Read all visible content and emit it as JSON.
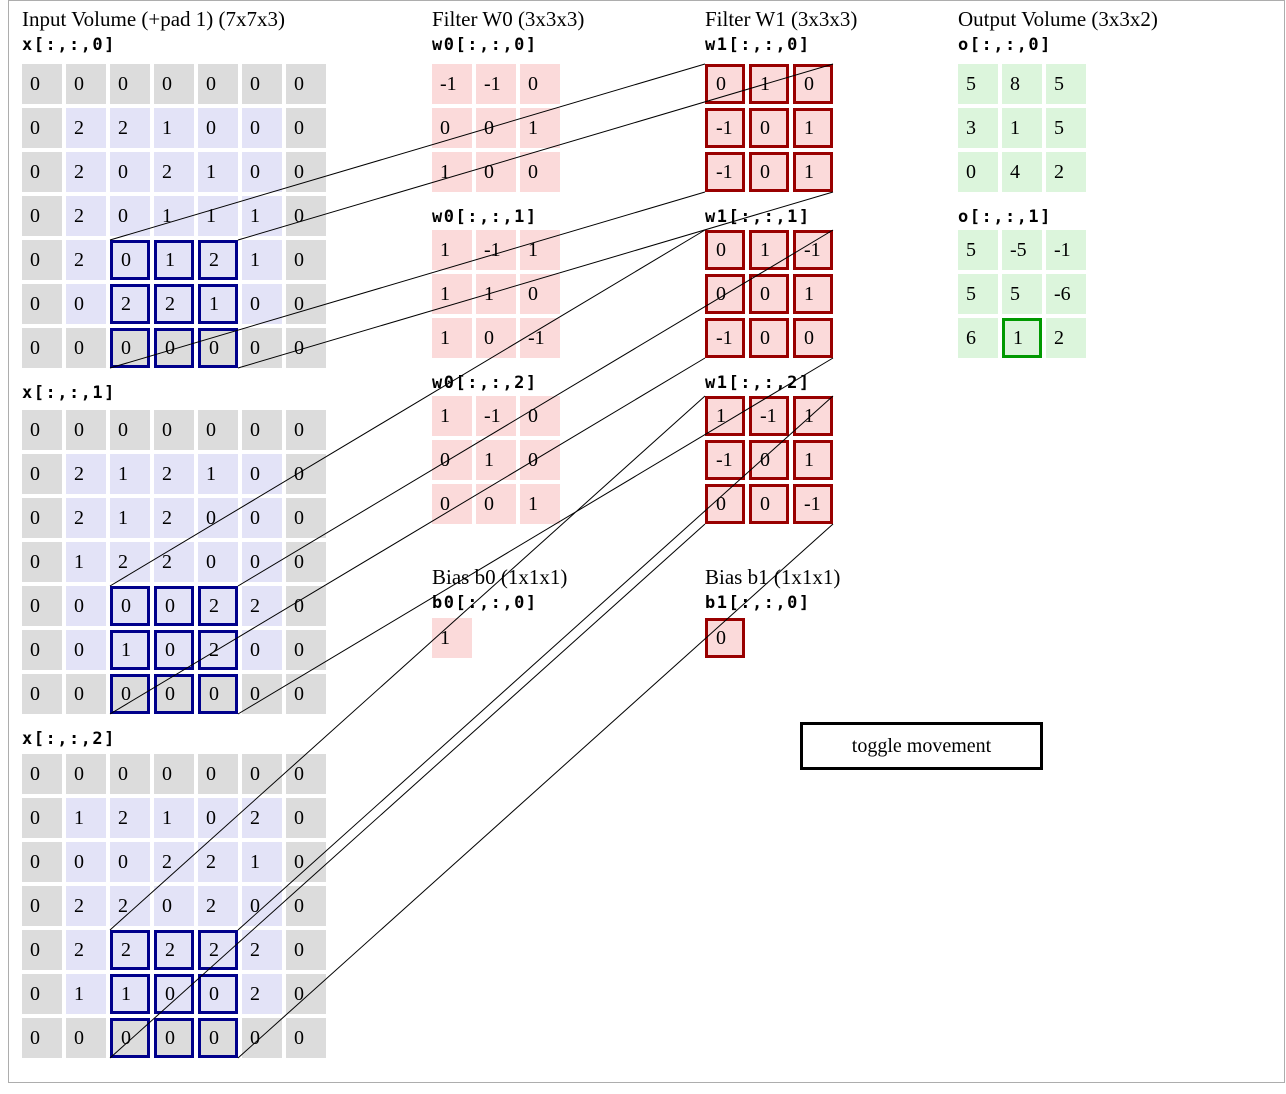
{
  "input_volume": {
    "title": "Input Volume (+pad 1) (7x7x3)",
    "slices": [
      {
        "label": "x[:,:,0]",
        "rows": [
          [
            0,
            0,
            0,
            0,
            0,
            0,
            0
          ],
          [
            0,
            2,
            2,
            1,
            0,
            0,
            0
          ],
          [
            0,
            2,
            0,
            2,
            1,
            0,
            0
          ],
          [
            0,
            2,
            0,
            1,
            1,
            1,
            0
          ],
          [
            0,
            2,
            0,
            1,
            2,
            1,
            0
          ],
          [
            0,
            0,
            2,
            2,
            1,
            0,
            0
          ],
          [
            0,
            0,
            0,
            0,
            0,
            0,
            0
          ]
        ]
      },
      {
        "label": "x[:,:,1]",
        "rows": [
          [
            0,
            0,
            0,
            0,
            0,
            0,
            0
          ],
          [
            0,
            2,
            1,
            2,
            1,
            0,
            0
          ],
          [
            0,
            2,
            1,
            2,
            0,
            0,
            0
          ],
          [
            0,
            1,
            2,
            2,
            0,
            0,
            0
          ],
          [
            0,
            0,
            0,
            0,
            2,
            2,
            0
          ],
          [
            0,
            0,
            1,
            0,
            2,
            0,
            0
          ],
          [
            0,
            0,
            0,
            0,
            0,
            0,
            0
          ]
        ]
      },
      {
        "label": "x[:,:,2]",
        "rows": [
          [
            0,
            0,
            0,
            0,
            0,
            0,
            0
          ],
          [
            0,
            1,
            2,
            1,
            0,
            2,
            0
          ],
          [
            0,
            0,
            0,
            2,
            2,
            1,
            0
          ],
          [
            0,
            2,
            2,
            0,
            2,
            0,
            0
          ],
          [
            0,
            2,
            2,
            2,
            2,
            2,
            0
          ],
          [
            0,
            1,
            1,
            0,
            0,
            2,
            0
          ],
          [
            0,
            0,
            0,
            0,
            0,
            0,
            0
          ]
        ]
      }
    ],
    "highlight_region": {
      "rows": [
        4,
        6
      ],
      "cols": [
        2,
        4
      ]
    }
  },
  "filter_w0": {
    "title": "Filter W0 (3x3x3)",
    "slices": [
      {
        "label": "w0[:,:,0]",
        "rows": [
          [
            -1,
            -1,
            0
          ],
          [
            0,
            0,
            1
          ],
          [
            1,
            0,
            0
          ]
        ]
      },
      {
        "label": "w0[:,:,1]",
        "rows": [
          [
            1,
            -1,
            1
          ],
          [
            1,
            1,
            0
          ],
          [
            1,
            0,
            -1
          ]
        ]
      },
      {
        "label": "w0[:,:,2]",
        "rows": [
          [
            1,
            -1,
            0
          ],
          [
            0,
            1,
            0
          ],
          [
            0,
            0,
            1
          ]
        ]
      }
    ],
    "bias": {
      "title": "Bias b0 (1x1x1)",
      "label": "b0[:,:,0]",
      "value": "1"
    }
  },
  "filter_w1": {
    "title": "Filter W1 (3x3x3)",
    "slices": [
      {
        "label": "w1[:,:,0]",
        "rows": [
          [
            0,
            1,
            0
          ],
          [
            -1,
            0,
            1
          ],
          [
            -1,
            0,
            1
          ]
        ]
      },
      {
        "label": "w1[:,:,1]",
        "rows": [
          [
            0,
            1,
            -1
          ],
          [
            0,
            0,
            1
          ],
          [
            -1,
            0,
            0
          ]
        ]
      },
      {
        "label": "w1[:,:,2]",
        "rows": [
          [
            1,
            -1,
            1
          ],
          [
            -1,
            0,
            1
          ],
          [
            0,
            0,
            -1
          ]
        ]
      }
    ],
    "bias": {
      "title": "Bias b1 (1x1x1)",
      "label": "b1[:,:,0]",
      "value": "0"
    }
  },
  "output_volume": {
    "title": "Output Volume (3x3x2)",
    "slices": [
      {
        "label": "o[:,:,0]",
        "rows": [
          [
            5,
            8,
            5
          ],
          [
            3,
            1,
            5
          ],
          [
            0,
            4,
            2
          ]
        ]
      },
      {
        "label": "o[:,:,1]",
        "rows": [
          [
            5,
            -5,
            -1
          ],
          [
            5,
            5,
            -6
          ],
          [
            6,
            1,
            2
          ]
        ]
      }
    ],
    "highlight_cell": {
      "slice": 1,
      "row": 2,
      "col": 1
    }
  },
  "controls": {
    "toggle_button_label": "toggle movement"
  },
  "colors": {
    "input_cell": "#e3e3f7",
    "pad_cell": "#dcdcdc",
    "filter_cell": "#fbdada",
    "output_cell": "#dcf5dc",
    "input_highlight_border": "#00008b",
    "filter_highlight_border": "#990000",
    "output_highlight_border": "#009900",
    "line": "#000000"
  },
  "connection_lines": [
    [
      110,
      240,
      705,
      64
    ],
    [
      238,
      240,
      833,
      64
    ],
    [
      110,
      368,
      705,
      192
    ],
    [
      238,
      368,
      833,
      192
    ],
    [
      110,
      586,
      705,
      230
    ],
    [
      238,
      586,
      833,
      230
    ],
    [
      110,
      714,
      705,
      358
    ],
    [
      238,
      714,
      833,
      358
    ],
    [
      110,
      930,
      705,
      396
    ],
    [
      238,
      930,
      833,
      396
    ],
    [
      110,
      1058,
      705,
      524
    ],
    [
      238,
      1058,
      833,
      524
    ]
  ]
}
